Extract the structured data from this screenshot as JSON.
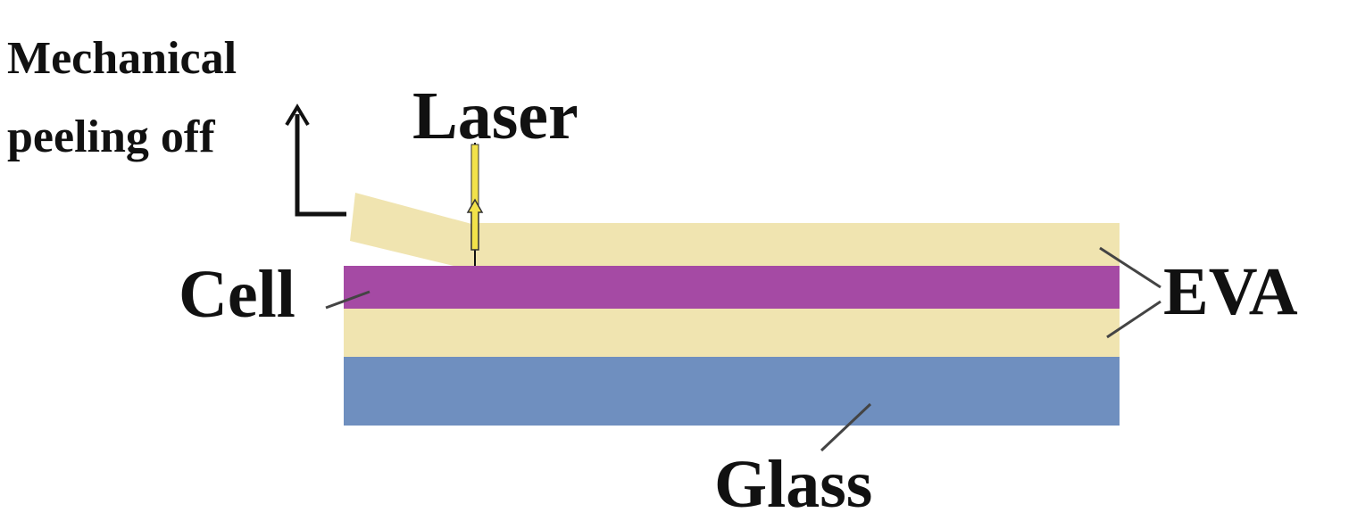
{
  "labels": {
    "mechanical_line1": "Mechanical",
    "mechanical_line2": "peeling off",
    "laser": "Laser",
    "cell": "Cell",
    "eva": "EVA",
    "glass": "Glass"
  },
  "layers": [
    {
      "name": "EVA",
      "color": "#f0e4b0"
    },
    {
      "name": "Cell",
      "color": "#a54aa4"
    },
    {
      "name": "EVA",
      "color": "#f0e4b0"
    },
    {
      "name": "Glass",
      "color": "#6f8fbf"
    }
  ],
  "colors": {
    "eva": "#f0e4b0",
    "cell": "#a54aa4",
    "glass": "#6f8fbf",
    "laser": "#f2e24a",
    "line": "#111111"
  }
}
